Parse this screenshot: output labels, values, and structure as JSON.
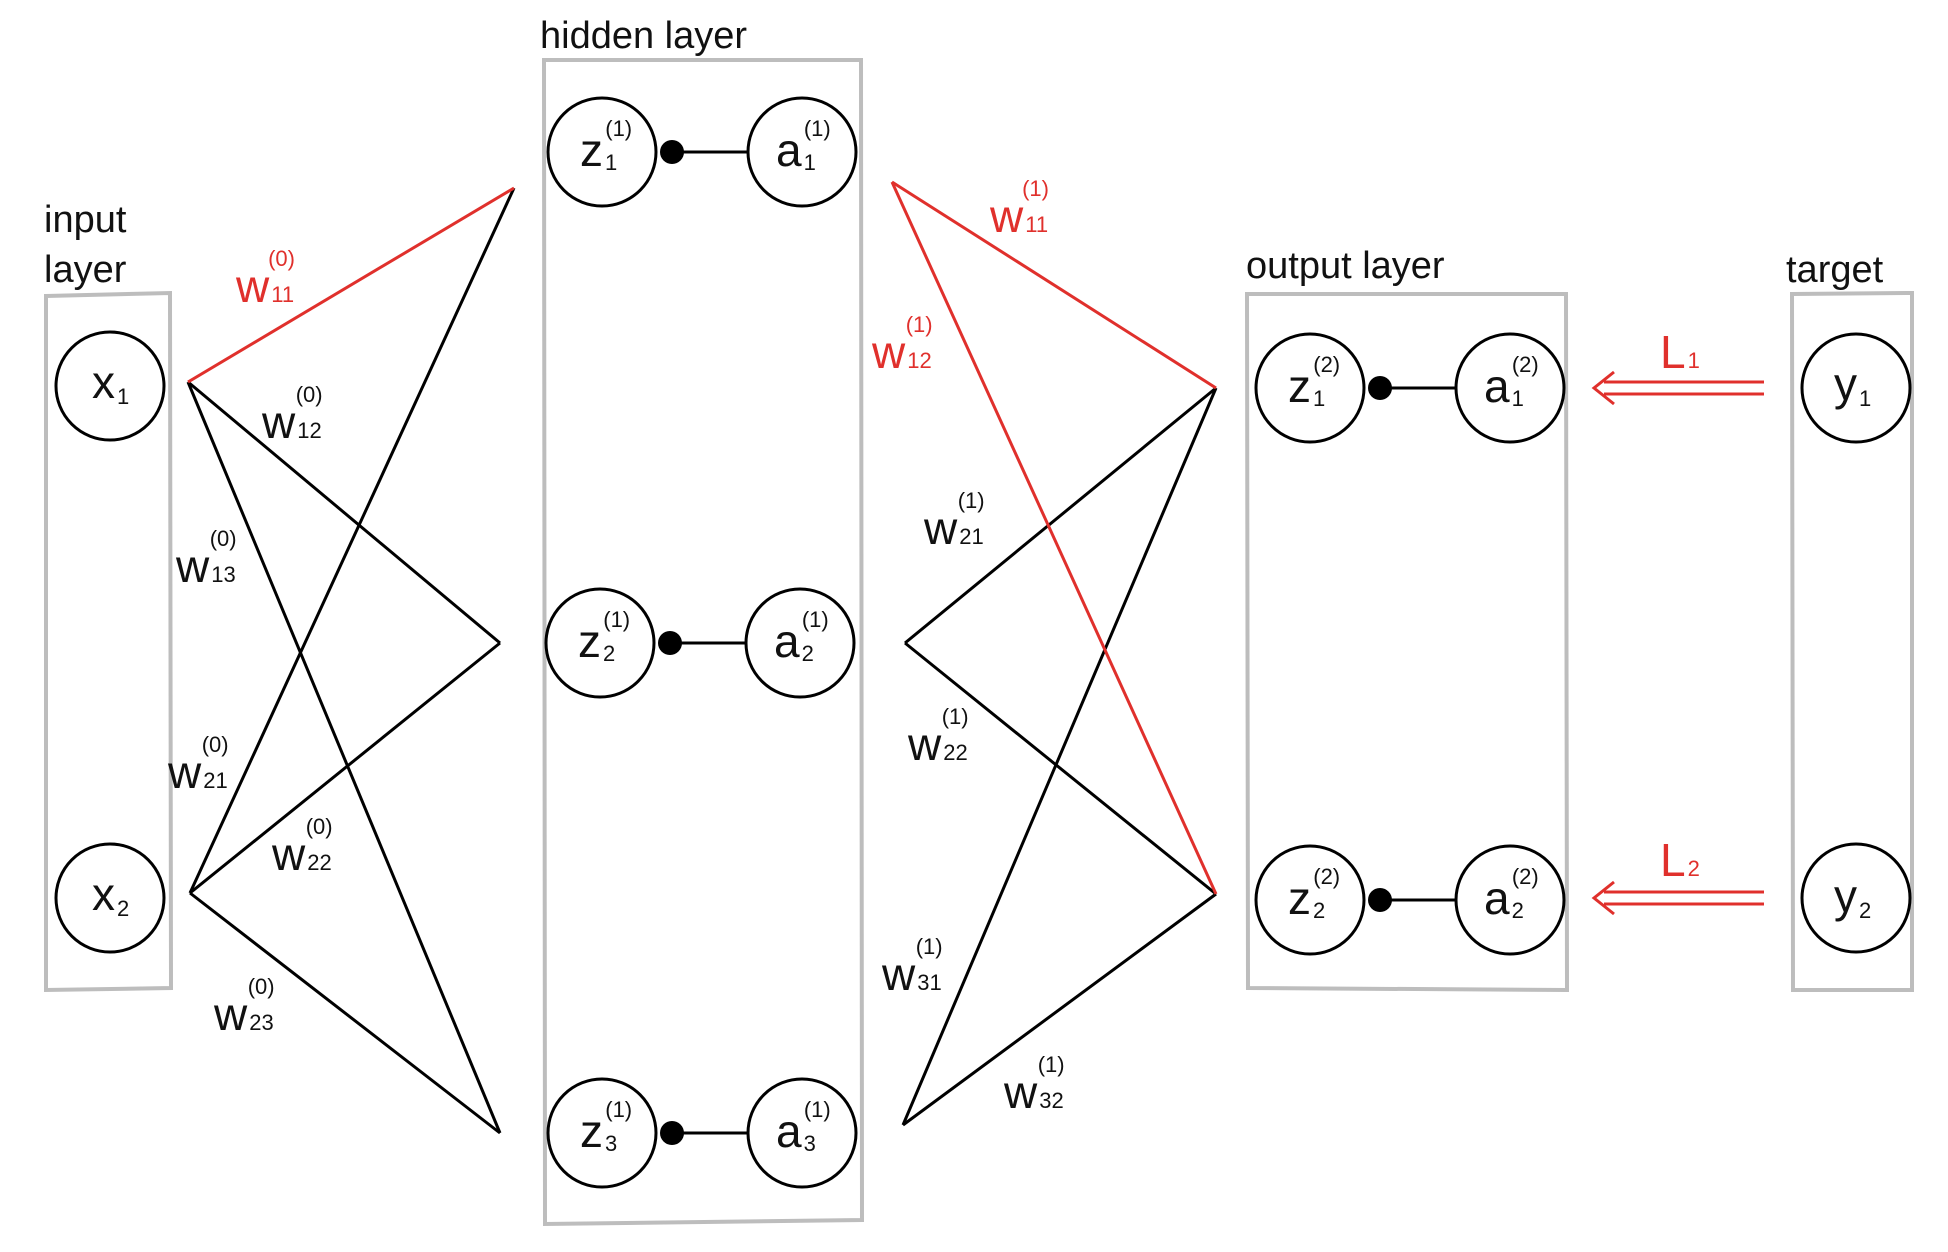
{
  "layers": {
    "input": "input\nlayer",
    "input_line1": "input",
    "input_line2": "layer",
    "hidden": "hidden layer",
    "output": "output layer",
    "target": "target"
  },
  "nodes": {
    "x1": {
      "base": "x",
      "sub": "1"
    },
    "x2": {
      "base": "x",
      "sub": "2"
    },
    "z1_1": {
      "base": "z",
      "sub": "1",
      "sup": "(1)"
    },
    "a1_1": {
      "base": "a",
      "sub": "1",
      "sup": "(1)"
    },
    "z2_1": {
      "base": "z",
      "sub": "2",
      "sup": "(1)"
    },
    "a2_1": {
      "base": "a",
      "sub": "2",
      "sup": "(1)"
    },
    "z3_1": {
      "base": "z",
      "sub": "3",
      "sup": "(1)"
    },
    "a3_1": {
      "base": "a",
      "sub": "3",
      "sup": "(1)"
    },
    "z1_2": {
      "base": "z",
      "sub": "1",
      "sup": "(2)"
    },
    "a1_2": {
      "base": "a",
      "sub": "1",
      "sup": "(2)"
    },
    "z2_2": {
      "base": "z",
      "sub": "2",
      "sup": "(2)"
    },
    "a2_2": {
      "base": "a",
      "sub": "2",
      "sup": "(2)"
    },
    "y1": {
      "base": "y",
      "sub": "1"
    },
    "y2": {
      "base": "y",
      "sub": "2"
    }
  },
  "weights": {
    "w11_0": {
      "base": "w",
      "sub": "11",
      "sup": "(0)"
    },
    "w12_0": {
      "base": "w",
      "sub": "12",
      "sup": "(0)"
    },
    "w13_0": {
      "base": "w",
      "sub": "13",
      "sup": "(0)"
    },
    "w21_0": {
      "base": "w",
      "sub": "21",
      "sup": "(0)"
    },
    "w22_0": {
      "base": "w",
      "sub": "22",
      "sup": "(0)"
    },
    "w23_0": {
      "base": "w",
      "sub": "23",
      "sup": "(0)"
    },
    "w11_1": {
      "base": "w",
      "sub": "11",
      "sup": "(1)"
    },
    "w12_1": {
      "base": "w",
      "sub": "12",
      "sup": "(1)"
    },
    "w21_1": {
      "base": "w",
      "sub": "21",
      "sup": "(1)"
    },
    "w22_1": {
      "base": "w",
      "sub": "22",
      "sup": "(1)"
    },
    "w31_1": {
      "base": "w",
      "sub": "31",
      "sup": "(1)"
    },
    "w32_1": {
      "base": "w",
      "sub": "32",
      "sup": "(1)"
    }
  },
  "losses": {
    "L1": {
      "base": "L",
      "sub": "1"
    },
    "L2": {
      "base": "L",
      "sub": "2"
    }
  },
  "colors": {
    "highlight": "#e0302c",
    "box": "#bdbdbd",
    "line": "#000000"
  }
}
